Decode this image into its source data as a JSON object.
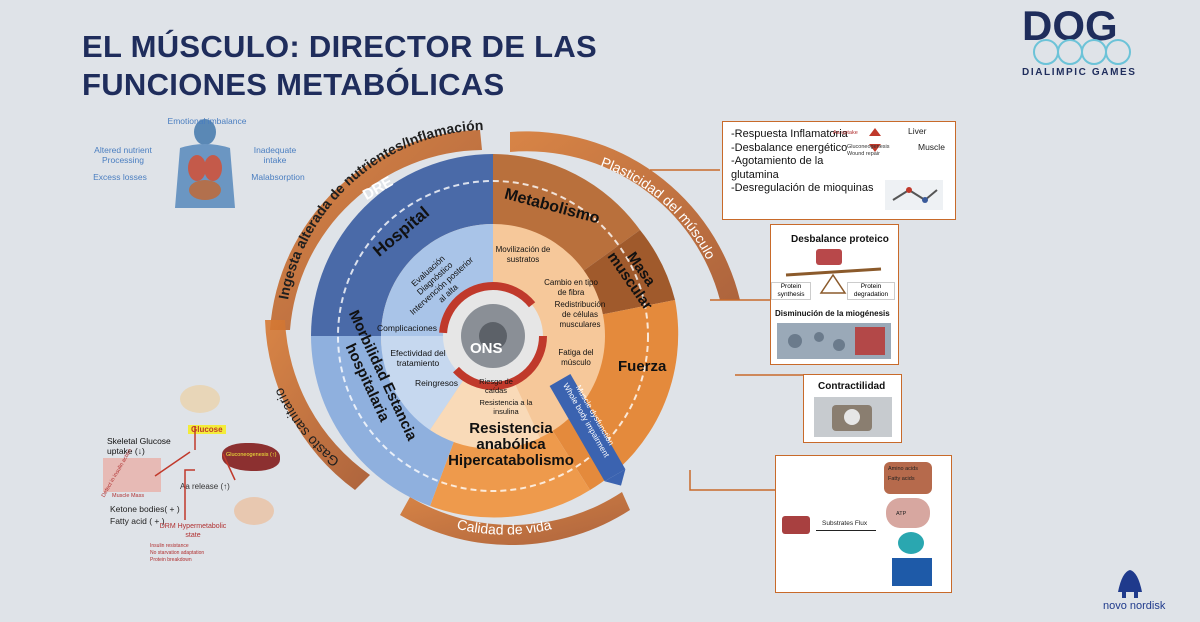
{
  "title": {
    "line1": "EL MÚSCULO: DIRECTOR DE LAS",
    "line2": "FUNCIONES METABÓLICAS"
  },
  "brand": {
    "logo_letters": "DOG",
    "logo_caption": "DIALIMPIC GAMES",
    "sponsor": "novo nordisk"
  },
  "body_figure": {
    "labels": [
      "Emotional imbalance",
      "Altered nutrient Processing",
      "Inadequate intake",
      "Excess losses",
      "Malabsorption"
    ]
  },
  "outer_arcs": {
    "top_left": "Ingesta alterada de nutrientes/Inflamación",
    "top_right": "Plasticidad del músculo",
    "bottom_right": "Calidad de vida",
    "bottom_left": "Gasto sanitario"
  },
  "ring": {
    "dre": "DRE",
    "hospital": "Hospital",
    "morbilidad": "Morbilidad Estancia hospitalaria",
    "metabolismo": "Metabolismo",
    "masa": "Masa muscular",
    "fuerza": "Fuerza",
    "resistencia": "Resistencia anabólica Hipercatabolismo"
  },
  "inner": {
    "evaluacion": "Evaluación Diagnóstico Intervención posterior al alta",
    "complicaciones": "Complicaciones",
    "efectividad": "Efectividad del tratamiento",
    "reingresos": "Reingresos",
    "riesgo": "Riesgo de caídas",
    "resistencia_insulina": "Resistencia a la insulina",
    "movilizacion": "Movilización de sustratos",
    "cambio": "Cambio en tipo de fibra",
    "redistribucion": "Redistribución de células musculares",
    "fatiga": "Fatiga del músculo",
    "center": "ONS"
  },
  "blue_bar": {
    "line1": "Muscle dysfunction",
    "line2": "Whole body impairment"
  },
  "box_top": {
    "items": [
      "-Respuesta Inflamatoria",
      "-Desbalance energético",
      "-Agotamiento de la glutamina",
      "-Desregulación de mioquinas"
    ],
    "aa_uptake": "Aa uptake",
    "liver": "Liver",
    "muscle": "Muscle",
    "gluconeo": "Gluconeogenesis Wound repair"
  },
  "box_proteico": {
    "title": "Desbalance proteico",
    "synthesis": "Protein synthesis",
    "degradation": "Protein degradation",
    "miogenesis": "Disminución de la miogénesis"
  },
  "box_contractilidad": {
    "title": "Contractilidad"
  },
  "box_substrates": {
    "label": "Substrates Flux",
    "amino": "Amino acids",
    "fatty": "Fatty acids",
    "atp": "ATP"
  },
  "left_metabolic": {
    "glucose": "Glucose",
    "skeletal": "Skeletal Glucose uptake (↓)",
    "gluconeo": "Gluconeogenesis (↑)",
    "aa_release": "Aa release (↑)",
    "muscle_mass": "Muscle Mass",
    "defect": "Defect in insulin action",
    "ketone": "Ketone bodies( + )",
    "fatty": "Fatty acid ( + )",
    "drm": "DRM Hypermetabolic state",
    "bullets": [
      "Insulin resistance",
      "No starvation adaptation",
      "Protein breakdown"
    ]
  },
  "colors": {
    "navy": "#1f2d5c",
    "hospital": "#4a6aa8",
    "metab": "#b9703c",
    "fuerza": "#e48a3c",
    "morb": "#8fb0de"
  }
}
